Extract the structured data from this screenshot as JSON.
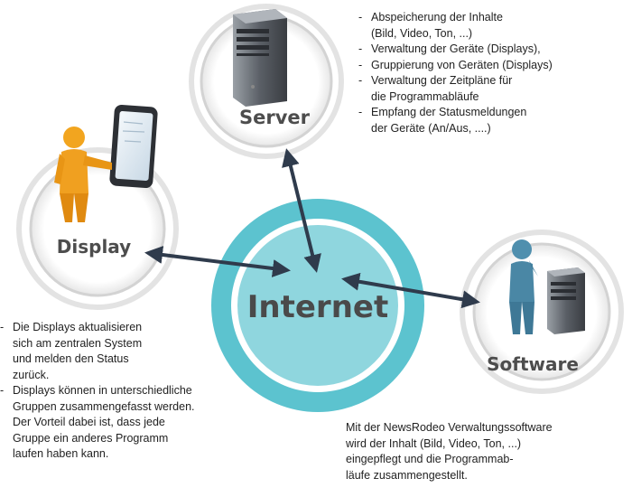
{
  "nodes": {
    "server": {
      "label": "Server"
    },
    "display": {
      "label": "Display"
    },
    "software": {
      "label": "Software"
    },
    "internet": {
      "label": "Internet"
    }
  },
  "server_notes": [
    [
      "Abspeicherung der Inhalte",
      "(Bild, Video, Ton, ...)"
    ],
    [
      "Verwaltung der Geräte (Displays),"
    ],
    [
      "Gruppierung von Geräten (Displays)"
    ],
    [
      "Verwaltung der Zeitpläne für",
      "die Programmabläufe"
    ],
    [
      "Empfang der Statusmeldungen",
      "der Geräte (An/Aus, ....)"
    ]
  ],
  "display_notes": [
    [
      "Die Displays aktualisieren",
      "sich am zentralen System",
      "und melden den Status",
      "zurück."
    ],
    [
      "Displays können in unterschiedliche",
      "Gruppen zusammengefasst werden.",
      "Der Vorteil dabei ist, dass jede",
      "Gruppe ein anderes Programm",
      "laufen haben kann."
    ]
  ],
  "software_notes": [
    "Mit der NewsRodeo Verwaltungssoftware",
    "wird der Inhalt (Bild, Video, Ton, ...)",
    "eingepflegt und die Programmab-",
    "läufe zusammengestellt."
  ],
  "colors": {
    "internet_ring": "#5cc3cf",
    "internet_inner": "#8fd6de",
    "label": "#4d4d4d",
    "arrow": "#2f3b4c",
    "figure_orange": "#f0a020",
    "figure_blue": "#4f8fae",
    "halo": "#d9d9d9"
  }
}
